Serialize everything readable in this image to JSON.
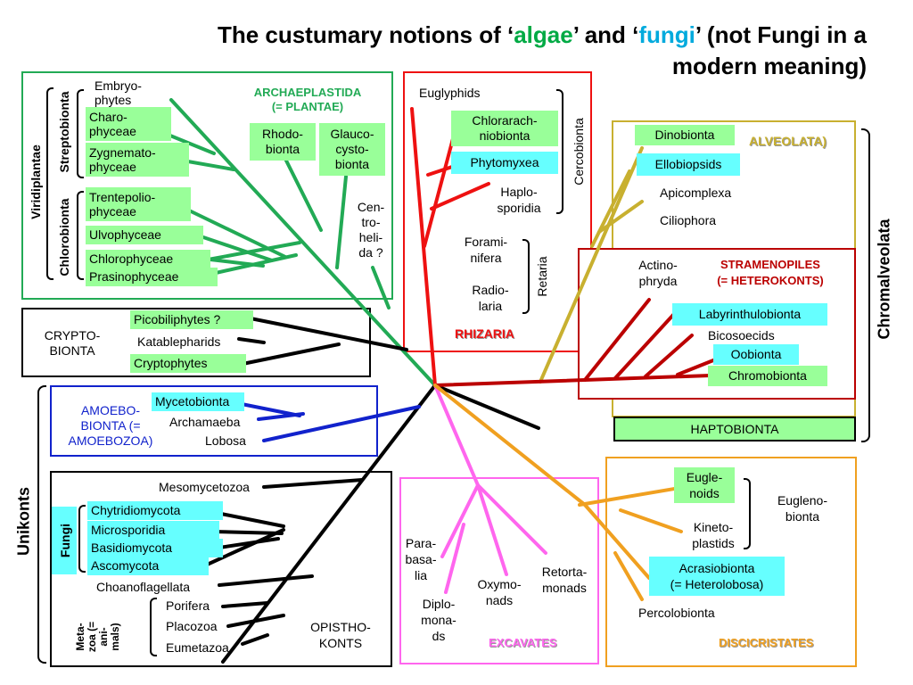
{
  "title": {
    "part1": "The custumary notions of ‘",
    "algae": "algae",
    "part2": "’ and ‘",
    "fungi": "fungi",
    "part3": "’ (not Fungi in a modern meaning)"
  },
  "colors": {
    "algae_fill": "#99ff99",
    "fungi_fill": "#66ffff",
    "archaeplastida": "#22aa55",
    "rhizaria": "#ee1111",
    "alveolata": "#c8b030",
    "stramenopiles": "#bb0000",
    "amoebozoa": "#1122cc",
    "excavates": "#ff66ee",
    "discicristates": "#f0a020"
  },
  "groups": {
    "archaeplastida": "ARCHAEPLASTIDA\n(= PLANTAE)",
    "crypto": "CRYPTO-\nBIONTA",
    "amoebo": "AMOEBO-\nBIONTA (=\nAMOEBOZOA)",
    "opistho": "OPISTHO-\nKONTS",
    "rhizaria": "RHIZARIA",
    "alveolata": "ALVEOLATA)",
    "stramenopiles": "STRAMENOPILES\n(= HETEROKONTS)",
    "excavates": "EXCAVATES",
    "discicristates": "DISCICRISTATES",
    "haptobionta": "HAPTOBIONTA"
  },
  "brackets": {
    "viridiplantae": "Viridiplantae",
    "streptobionta": "Streptobionta",
    "chlorobionta": "Chlorobionta",
    "cercobionta": "Cercobionta",
    "retaria": "Retaria",
    "chromalveolata": "Chromalveolata",
    "unikonts": "Unikonts",
    "fungi": "Fungi",
    "metazoa": "Meta-\nzoa (=\nani-\nmals)",
    "euglenobionta": "Eugleno-\nbionta"
  },
  "taxa": {
    "embryophytes": "Embryo-\nphytes",
    "charophyceae": "Charo-\nphyceae",
    "zygnematophyceae": "Zygnemato-\nphyceae",
    "trentepoliophyceae": "Trentepolio-\nphyceae",
    "ulvophyceae": "Ulvophyceae",
    "chlorophyceae": "Chlorophyceae",
    "prasinophyceae": "Prasinophyceae",
    "rhodobionta": "Rhodo-\nbionta",
    "glaucocystobionta": "Glauco-\ncysto-\nbionta",
    "centroheliida": "Cen-\ntro-\nheli-\nda ?",
    "picobiliphytes": "Picobiliphytes ?",
    "katablepharids": "Katablepharids",
    "cryptophytes": "Cryptophytes",
    "mycetobionta": "Mycetobionta",
    "archamaeba": "Archamaeba",
    "lobosa": "Lobosa",
    "mesomycetozoa": "Mesomycetozoa",
    "chytridiomycota": "Chytridiomycota",
    "microsporidia": "Microsporidia",
    "basidiomycota": "Basidiomycota",
    "ascomycota": "Ascomycota",
    "choanoflagellata": "Choanoflagellata",
    "porifera": "Porifera",
    "placozoa": "Placozoa",
    "eumetazoa": "Eumetazoa",
    "euglyphids": "Euglyphids",
    "chlorarachniobionta": "Chlorarach-\nniobionta",
    "phytomyxea": "Phytomyxea",
    "haplosporidia": "Haplo-\nsporidia",
    "foraminifera": "Forami-\nnifera",
    "radiolaria": "Radio-\nlaria",
    "dinobionta": "Dinobionta",
    "ellobiopsids": "Ellobiopsids",
    "apicomplexa": "Apicomplexa",
    "ciliophora": "Ciliophora",
    "actinophryda": "Actino-\nphryda",
    "labyrinthulobionta": "Labyrinthulobionta",
    "bicosoecids": "Bicosoecids",
    "oobionta": "Oobionta",
    "chromobionta": "Chromobionta",
    "parabasalia": "Para-\nbasa-\nlia",
    "diplomonads": "Diplo-\nmona-\nds",
    "oxymonads": "Oxymo-\nnads",
    "retortamonads": "Retorta-\nmonads",
    "euglenoids": "Eugle-\nnoids",
    "kinetoplastids": "Kineto-\nplastids",
    "acrasiobionta": "Acrasiobionta\n(= Heterolobosa)",
    "percolobionta": "Percolobionta"
  }
}
